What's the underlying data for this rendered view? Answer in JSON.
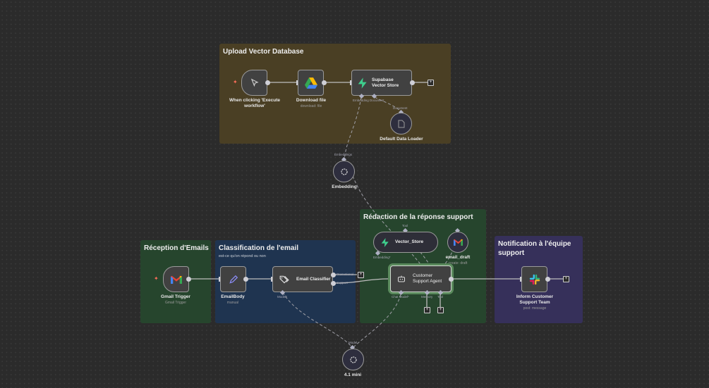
{
  "stickies": [
    {
      "id": "upload",
      "title": "Upload Vector Database",
      "color": "#4a3f24"
    },
    {
      "id": "reception",
      "title": "Réception d'Emails",
      "color": "#26452d"
    },
    {
      "id": "classification",
      "title": "Classification de l'email",
      "subtitle": "est-ce qu'on répond ou non",
      "color": "#1f3450"
    },
    {
      "id": "redaction",
      "title": "Rédaction de la réponse support",
      "color": "#26452d"
    },
    {
      "id": "notification",
      "title": "Notification à l'équipe support",
      "color": "#36305a"
    }
  ],
  "nodes": {
    "manual_trigger": {
      "label": "When clicking 'Execute workflow'",
      "icon": "cursor-icon"
    },
    "download_file": {
      "label": "Download file",
      "sub": "download: file",
      "icon": "google-drive-icon"
    },
    "supabase": {
      "label": "Supabase Vector Store",
      "icon": "supabase-icon",
      "ports": [
        "Embedding",
        "Document"
      ]
    },
    "data_loader": {
      "label": "Default Data Loader",
      "icon": "document-icon",
      "port": "Document"
    },
    "embedding": {
      "label": "Embedding",
      "icon": "openai-icon",
      "port": "Embeddings"
    },
    "gmail_trigger": {
      "label": "Gmail Trigger",
      "sub": "Gmail Trigger",
      "icon": "gmail-icon"
    },
    "email_body": {
      "label": "EmailBody",
      "sub": "manual",
      "icon": "pencil-icon"
    },
    "email_classifier": {
      "label": "Email Classifier",
      "icon": "tags-icon",
      "outputs": [
        "Promotional",
        "Support"
      ],
      "port": "Model*"
    },
    "vector_store": {
      "label": "Vector_Store",
      "icon": "supabase-icon",
      "ports": [
        "Tool",
        "Embedding*"
      ]
    },
    "email_draft": {
      "label": "email_draft",
      "sub": "create: draft",
      "icon": "gmail-icon"
    },
    "agent": {
      "label": "Customer Support Agent",
      "icon": "robot-icon",
      "ports": [
        "Chat Model*",
        "Memory",
        "Tool"
      ]
    },
    "slack": {
      "label": "Inform Customer Support Team",
      "sub": "post: message",
      "icon": "slack-icon"
    },
    "model": {
      "label": "4.1 mini",
      "icon": "openai-icon",
      "port": "Model"
    }
  }
}
